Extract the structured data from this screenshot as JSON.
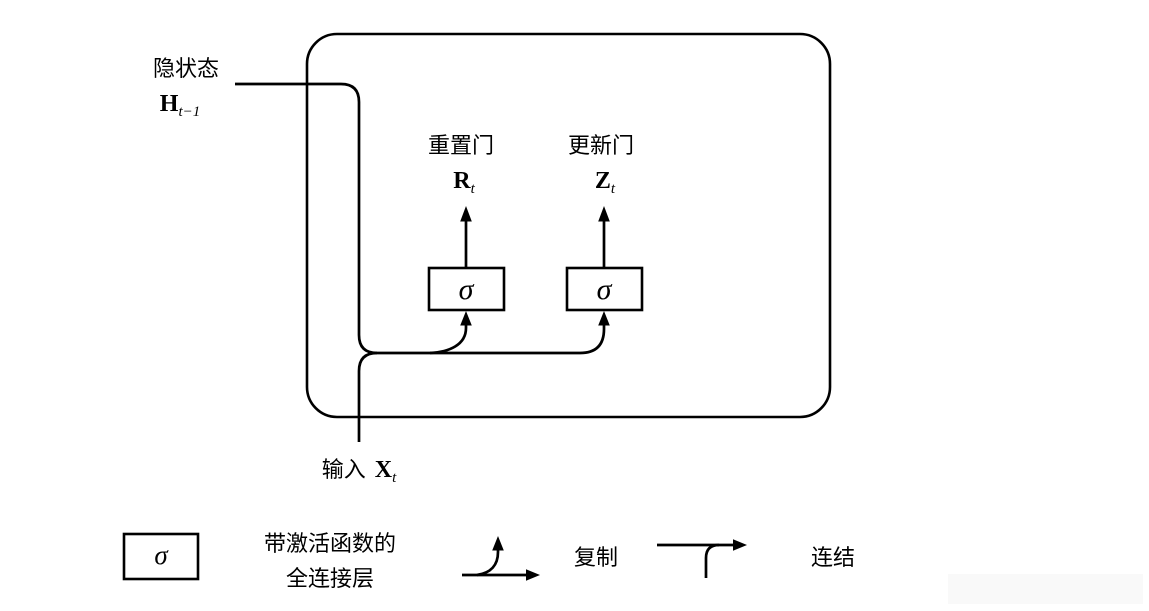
{
  "diagram": {
    "hidden_state": {
      "label": "隐状态",
      "var": "H",
      "sub": "t−1"
    },
    "input": {
      "label": "输入",
      "var": "X",
      "sub": "t"
    },
    "reset_gate": {
      "label": "重置门",
      "var": "R",
      "sub": "t"
    },
    "update_gate": {
      "label": "更新门",
      "var": "Z",
      "sub": "t"
    },
    "sigma": "σ"
  },
  "legend": {
    "fc_symbol": "σ",
    "fc_label_line1": "带激活函数的",
    "fc_label_line2": "全连接层",
    "copy_label": "复制",
    "concat_label": "连结"
  },
  "colors": {
    "box_fill": "#5cbaf5",
    "line": "#000000",
    "background": "#ffffff",
    "overlay": "#f9f9f9"
  }
}
